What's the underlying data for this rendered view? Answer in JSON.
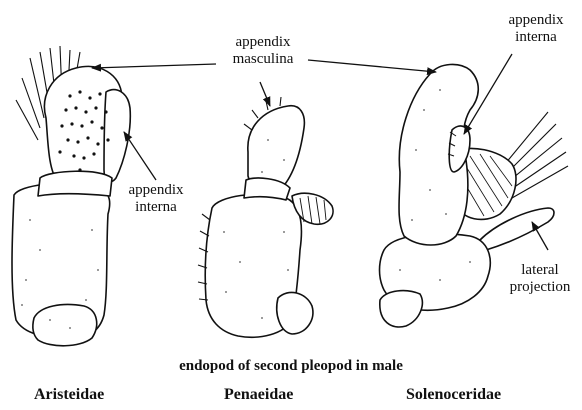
{
  "labels": {
    "appendix_masculina_line1": "appendix",
    "appendix_masculina_line2": "masculina",
    "appendix_interna_top_line1": "appendix",
    "appendix_interna_top_line2": "interna",
    "appendix_interna_left_line1": "appendix",
    "appendix_interna_left_line2": "interna",
    "lateral_projection_line1": "lateral",
    "lateral_projection_line2": "projection"
  },
  "caption": "endopod of second pleopod in male",
  "families": [
    "Aristeidae",
    "Penaeidae",
    "Solenoceridae"
  ],
  "colors": {
    "ink": "#111111",
    "background": "#ffffff"
  }
}
